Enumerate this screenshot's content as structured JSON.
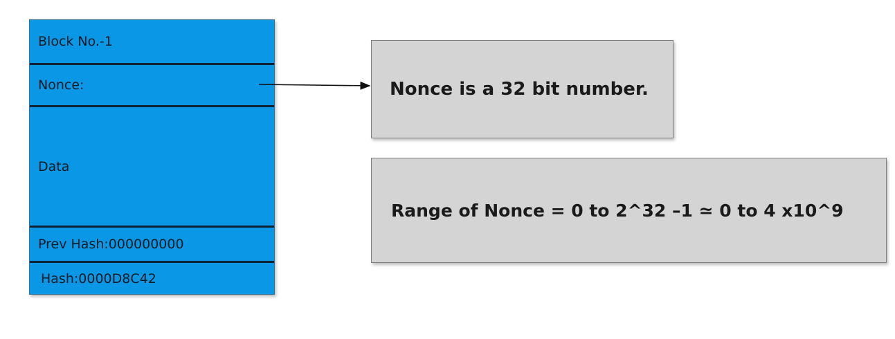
{
  "block": {
    "title": "Block No.-1",
    "nonce_label": "Nonce:",
    "data_label": "Data",
    "prev_hash": "Prev Hash:000000000",
    "hash": "Hash:0000D8C42"
  },
  "callouts": {
    "nonce_size": "Nonce is a 32 bit number.",
    "nonce_range": "Range of Nonce = 0 to 2^32 –1 ≃ 0 to 4 x10^9"
  },
  "colors": {
    "block_fill": "#0a98e6",
    "callout_fill": "#d4d4d4"
  }
}
